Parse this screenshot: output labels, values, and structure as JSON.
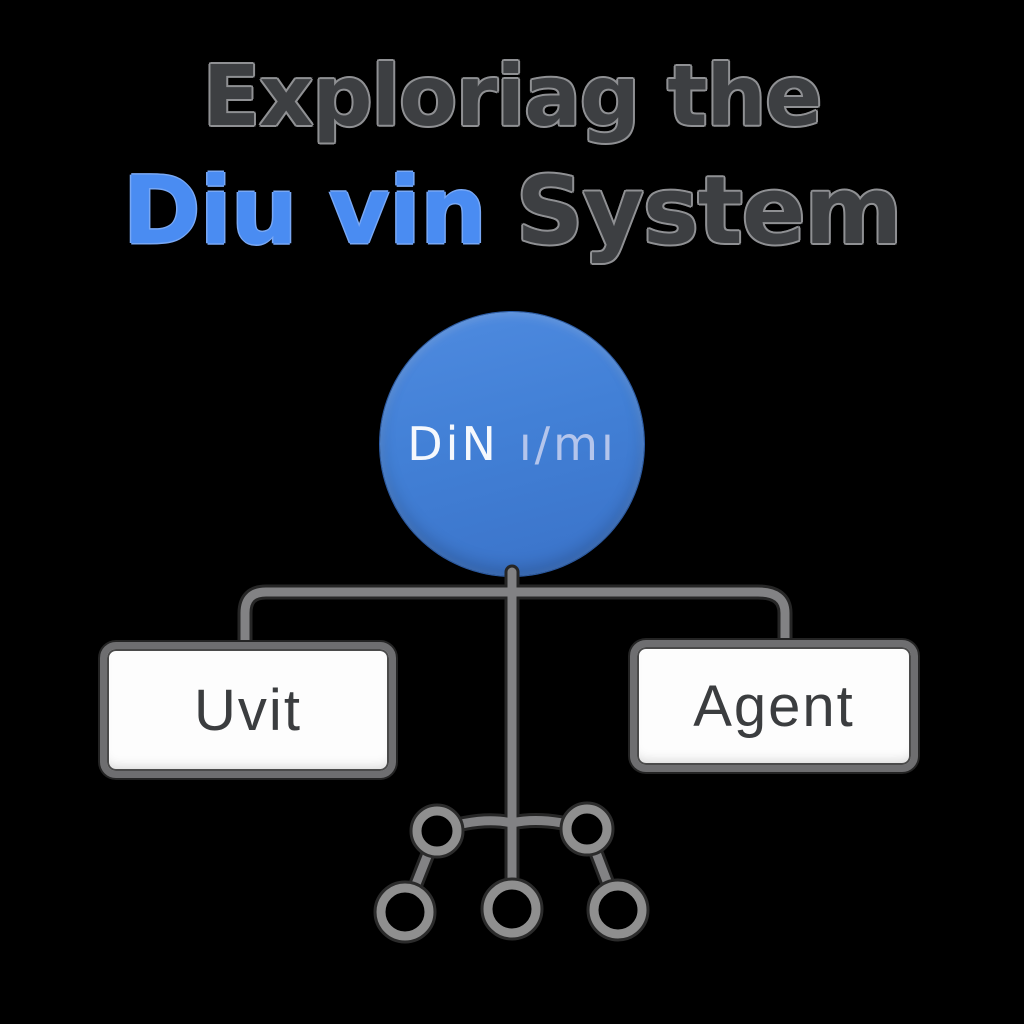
{
  "page": {
    "background": "#000000",
    "type": "infographic-hierarchy-diagram"
  },
  "title": {
    "line1": "Exploriag the",
    "line2_highlight": "Diu vin",
    "line2_rest": "System",
    "text_color": "#3d3f42",
    "outline_color": "#8f9093",
    "highlight_color": "#4a8cf2"
  },
  "root_node": {
    "shape": "circle",
    "fill_top": "#4f8be0",
    "fill_bottom": "#3a72c8",
    "logo_part1": "DiN",
    "logo_part2": "ı/mı",
    "logo_color_primary": "#f5f8fd",
    "logo_color_secondary": "#b4c5ec"
  },
  "child_nodes": [
    {
      "label": "Uvit"
    },
    {
      "label": "Agent"
    }
  ],
  "connectors": {
    "color": "#828284",
    "outline_color": "#262626"
  },
  "bottom_icon": {
    "name": "network-hierarchy-icon",
    "color": "#8f8f8f",
    "outline_color": "#2b2b2b",
    "node_count": 5
  },
  "boxes": {
    "background": "#fdfdfd",
    "border_color": "#6e6e70",
    "text_color": "#3b3d3f"
  }
}
